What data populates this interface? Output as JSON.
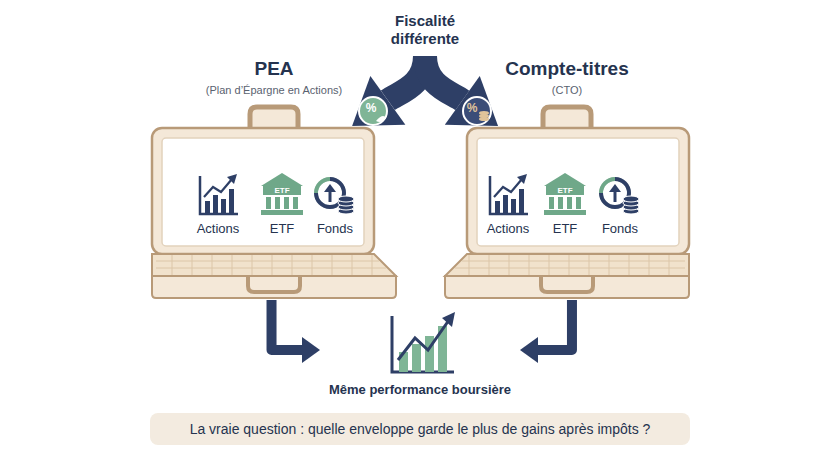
{
  "diagram": {
    "caption": "La vraie question : quelle enveloppe garde le plus de gains après impôts ?",
    "nodes": [
      {
        "text": [
          "Fiscalité différente"
        ]
      },
      {
        "text": [
          "PEA",
          "(Plan d’Épargne en Actions)"
        ]
      },
      {
        "text": [
          "Compte-titres",
          "(CTO)"
        ]
      },
      {
        "text": [
          "Même performance boursière"
        ]
      }
    ],
    "edges": [
      {
        "from": 0,
        "to": 1,
        "arrow": "to"
      },
      {
        "from": 0,
        "to": 2,
        "arrow": "to"
      },
      {
        "from": 1,
        "to": 3,
        "arrow": "to"
      },
      {
        "from": 2,
        "to": 3,
        "arrow": "to"
      }
    ],
    "labels": [
      "%",
      "%",
      "Actions",
      "ETF",
      "ETF",
      "Fonds",
      "Actions",
      "ETF",
      "ETF",
      "Fonds"
    ]
  }
}
